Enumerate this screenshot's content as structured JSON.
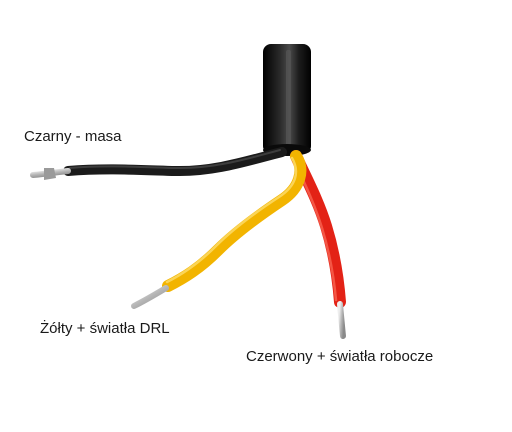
{
  "labels": {
    "black_wire": "Czarny - masa",
    "yellow_wire": "Żółty + światła DRL",
    "red_wire": "Czerwony + światła robocze"
  },
  "colors": {
    "background": "#ffffff",
    "sheath": "#111111",
    "black_wire": "#1b1b1b",
    "yellow_wire": "#f2b400",
    "red_wire": "#e32216",
    "conductor": "#c8c8c8"
  }
}
